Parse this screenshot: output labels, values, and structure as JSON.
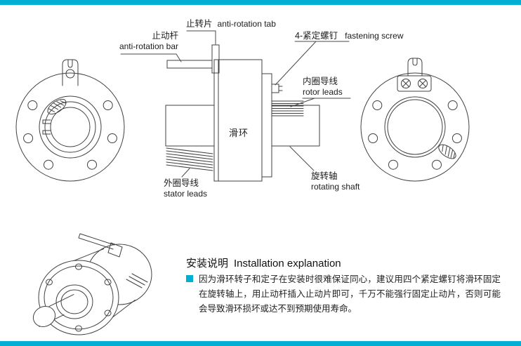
{
  "page": {
    "accent_color": "#00b0d4",
    "background_color": "#ffffff",
    "line_color": "#404040"
  },
  "diagram": {
    "labels": {
      "anti_rotation_tab": {
        "cn": "止转片",
        "en": "anti-rotation tab"
      },
      "anti_rotation_bar": {
        "cn": "止动杆",
        "en": "anti-rotation bar"
      },
      "fastening_screw": {
        "cn": "4-紧定螺钉",
        "en": "fastening screw"
      },
      "rotor_leads": {
        "cn": "内圈导线",
        "en": "rotor leads"
      },
      "slip_ring": {
        "cn": "滑环"
      },
      "stator_leads": {
        "cn": "外圈导线",
        "en": "stator leads"
      },
      "rotating_shaft": {
        "cn": "旋转轴",
        "en": "rotating shaft"
      }
    }
  },
  "explanation": {
    "title_cn": "安装说明",
    "title_en": "Installation explanation",
    "body": "因为滑环转子和定子在安装时很难保证同心，建议用四个紧定螺钉将滑环固定在旋转轴上，用止动杆插入止动片即可，千万不能强行固定止动片，否则可能会导致滑环损坏或达不到预期使用寿命。"
  }
}
